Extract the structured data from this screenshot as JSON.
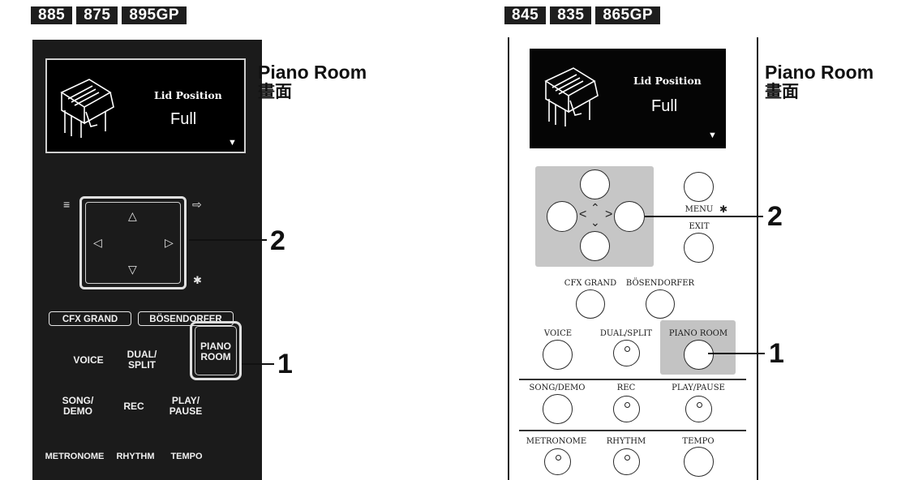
{
  "left_models": [
    "885",
    "875",
    "895GP"
  ],
  "right_models": [
    "845",
    "835",
    "865GP"
  ],
  "screen_caption": {
    "title": "Piano Room",
    "subtitle": "畫面"
  },
  "lcd": {
    "parameter": "Lid Position",
    "value": "Full",
    "more_arrow": "▼"
  },
  "callouts": {
    "dpad": "2",
    "piano_room": "1"
  },
  "left_panel": {
    "dpad_arrows": {
      "up": "△",
      "down": "▽",
      "left": "◁",
      "right": "▷"
    },
    "menu_icon": "≡",
    "exit_icon": "⇨",
    "bluetooth_icon": "✱",
    "category_buttons": [
      "CFX GRAND",
      "BÖSENDORFER"
    ],
    "row1": [
      "VOICE",
      "DUAL/\nSPLIT",
      "PIANO\nROOM"
    ],
    "row2": [
      "SONG/\nDEMO",
      "REC",
      "PLAY/\nPAUSE"
    ],
    "row3": [
      "METRONOME",
      "RHYTHM",
      "TEMPO"
    ]
  },
  "right_panel": {
    "dpad_arrows": {
      "up": "⌃",
      "down": "⌄",
      "left": "<",
      "right": ">"
    },
    "menu_label": "MENU",
    "bluetooth_icon": "✱",
    "exit_label": "EXIT",
    "category_labels": [
      "CFX GRAND",
      "BÖSENDORFER"
    ],
    "row1": [
      "VOICE",
      "DUAL/SPLIT",
      "PIANO ROOM"
    ],
    "row2": [
      "SONG/DEMO",
      "REC",
      "PLAY/PAUSE"
    ],
    "row3": [
      "METRONOME",
      "RHYTHM",
      "TEMPO"
    ]
  }
}
